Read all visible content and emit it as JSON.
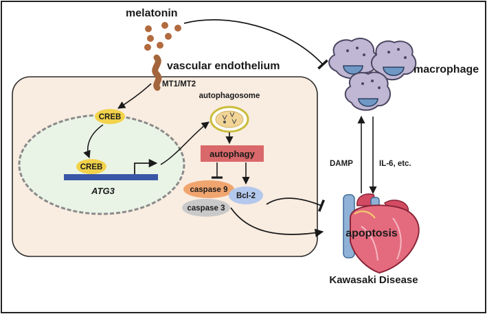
{
  "labels": {
    "melatonin": "melatonin",
    "vascular_endothelium": "vascular endothelium",
    "receptor": "MT1/MT2",
    "creb_cyto": "CREB",
    "creb_nuc": "CREB",
    "gene": "ATG3",
    "autophagosome": "autophagosome",
    "autophagy": "autophagy",
    "caspase9": "caspase 9",
    "caspase3": "caspase 3",
    "bcl2": "Bcl-2",
    "macrophage": "macrophage",
    "damp": "DAMP",
    "il6": "IL-6, etc.",
    "apoptosis": "apoptosis",
    "disease": "Kawasaki Disease"
  },
  "colors": {
    "frame": "#222222",
    "cell_fill": "#f9ece0",
    "nucleus_fill": "#e9f4e6",
    "creb": "#f2d24a",
    "dna": "#3a56a6",
    "autophagy_box": "#d9686a",
    "caspase9": "#f0a56f",
    "caspase3": "#c9c9c9",
    "bcl2": "#b3c8ec",
    "melatonin": "#b26a3f",
    "receptor": "#a3653b",
    "macrophage": "#bfb7d3",
    "macrophage_nucleus": "#6f98c5",
    "heart": "#c8405a"
  }
}
